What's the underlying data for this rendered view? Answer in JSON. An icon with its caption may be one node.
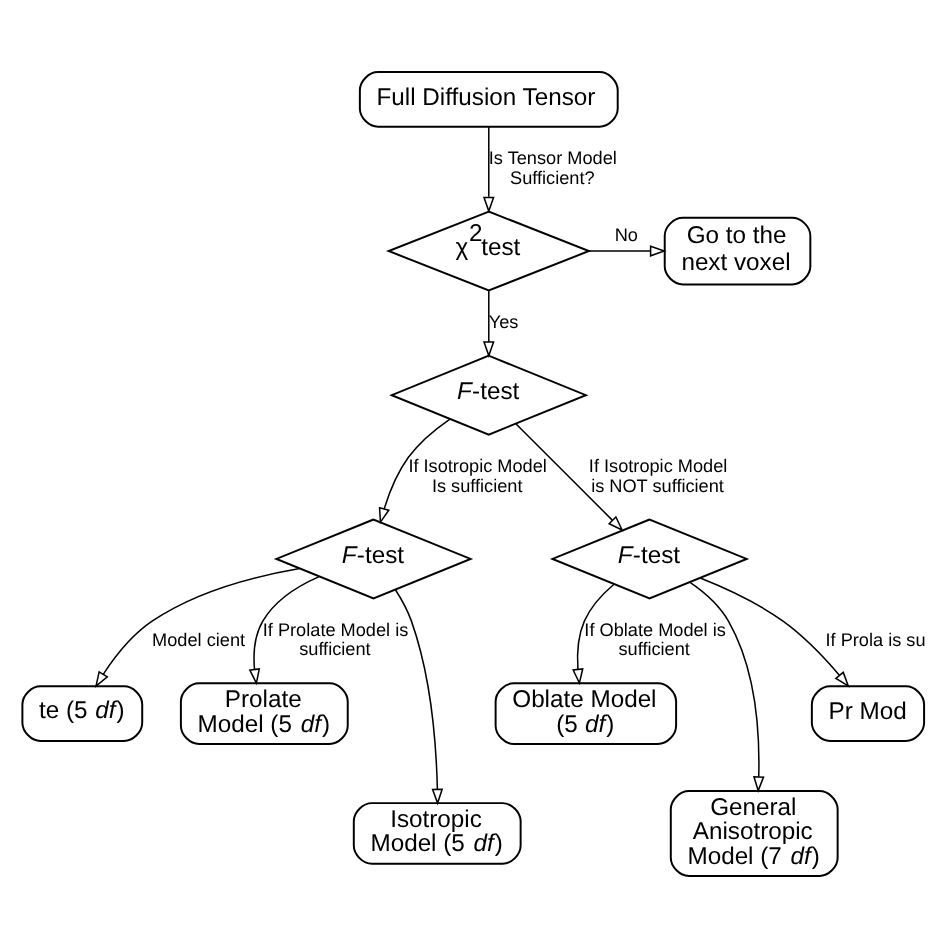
{
  "diagram": {
    "nodes": [
      {
        "text": [
          "Full Diffusion Tensor"
        ]
      },
      {
        "text": [
          "χ$^{2}$test"
        ]
      },
      {
        "text": [
          "Go to the next voxel"
        ]
      },
      {
        "text": [
          "*F*-test"
        ]
      },
      {
        "text": [
          "*F*-test"
        ]
      },
      {
        "text": [
          "*F*-test"
        ]
      },
      {
        "text": [
          "te (5 *df*)"
        ]
      },
      {
        "text": [
          "Prolate Model (5 *df*)"
        ]
      },
      {
        "text": [
          "Isotropic Model (5 *df*)"
        ]
      },
      {
        "text": [
          "Oblate Model (5 *df*)"
        ]
      },
      {
        "text": [
          "General Anisotropic Model (7 *df*)"
        ]
      },
      {
        "text": [
          "Pr Mod"
        ]
      }
    ],
    "edges": [
      {
        "from": 0,
        "to": 1,
        "arrow": "to",
        "label": "Is Tensor Model Sufficient?"
      },
      {
        "from": 1,
        "to": 2,
        "arrow": "to",
        "label": "No"
      },
      {
        "from": 1,
        "to": 3,
        "arrow": "to",
        "label": "Yes"
      },
      {
        "from": 3,
        "to": 4,
        "arrow": "to",
        "label": "If Isotropic Model Is sufficient"
      },
      {
        "from": 3,
        "to": 5,
        "arrow": "to",
        "label": "If Isotropic Model is NOT sufficient"
      },
      {
        "from": 4,
        "to": 6,
        "arrow": "to",
        "label": "Model cient"
      },
      {
        "from": 4,
        "to": 7,
        "arrow": "to",
        "label": "If Prolate Model is sufficient"
      },
      {
        "from": 4,
        "to": 8,
        "arrow": "to"
      },
      {
        "from": 5,
        "to": 9,
        "arrow": "to",
        "label": "If Oblate Model is sufficient"
      },
      {
        "from": 5,
        "to": 10,
        "arrow": "to"
      },
      {
        "from": 5,
        "to": 11,
        "arrow": "to",
        "label": "If Prola is su"
      }
    ]
  }
}
